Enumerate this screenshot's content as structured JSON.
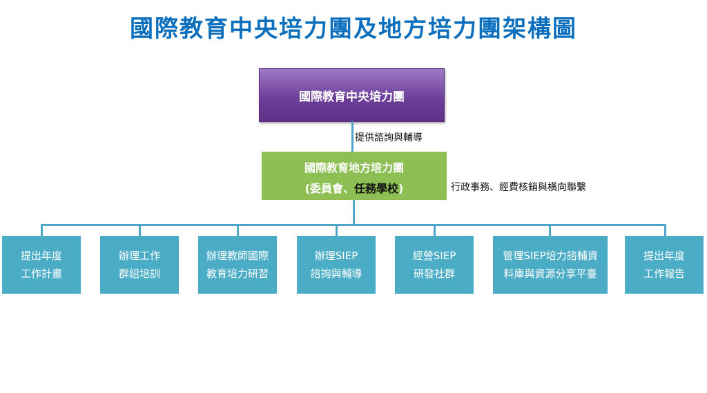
{
  "title": "國際教育中央培力團及地方培力團架構圖",
  "central_team": "國際教育中央培力團",
  "connector_label": "提供諮詢與輔導",
  "local_team": {
    "line1": "國際教育地方培力團",
    "line2_prefix": "(委員會、",
    "line2_strong": "任務學校",
    "line2_suffix": ")"
  },
  "side_note": "行政事務、經費核銷與橫向聯繫",
  "tasks": [
    {
      "line1": "提出年度",
      "line2": "工作計畫"
    },
    {
      "line1": "辦理工作",
      "line2": "群組培訓"
    },
    {
      "line1": "辦理教師國際",
      "line2": "教育培力研習"
    },
    {
      "line1": "辦理SIEP",
      "line2": "諮詢與輔導"
    },
    {
      "line1": "經營SIEP",
      "line2": "研發社群"
    },
    {
      "line1": "管理SIEP培力諮輔資",
      "line2": "料庫與資源分享平臺"
    },
    {
      "line1": "提出年度",
      "line2": "工作報告"
    }
  ],
  "colors": {
    "title": "#0b6fbd",
    "central_box": "#6e3f9a",
    "local_box": "#8ebf54",
    "task_box": "#4bacc6",
    "connector": "#4da6c7"
  }
}
